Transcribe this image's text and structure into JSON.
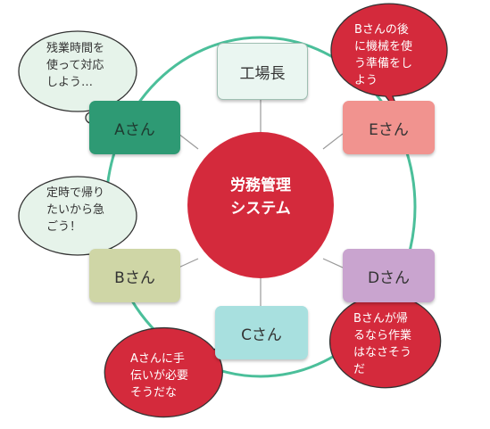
{
  "center": {
    "label": "労務管理\nシステム",
    "color": "#d42a3c"
  },
  "ring_color": "#4bbf9a",
  "nodes": {
    "top": {
      "label": "工場長",
      "color": "#eaf6f1"
    },
    "left_top": {
      "label": "Aさん",
      "color": "#2e9a74"
    },
    "right_top": {
      "label": "Eさん",
      "color": "#f1938f"
    },
    "left_bottom": {
      "label": "Bさん",
      "color": "#cfd6a6"
    },
    "right_bottom": {
      "label": "Dさん",
      "color": "#c9a4cf"
    },
    "bottom": {
      "label": "Cさん",
      "color": "#a8e0df"
    }
  },
  "bubbles": {
    "a_thought": {
      "text": "残業時間を\n使って対応\nしよう…",
      "color": "#e6f3ea"
    },
    "b_thought": {
      "text": "定時で帰り\nたいから急\nごう！",
      "color": "#e6f3ea"
    },
    "e_speech": {
      "text": "Bさんの後\nに機械を使\nう準備をし\nよう",
      "color": "#d42a3c"
    },
    "d_speech": {
      "text": "Bさんが帰\nるなら作業\nはなさそう\nだ",
      "color": "#d42a3c"
    },
    "c_speech": {
      "text": "Aさんに手\n伝いが必要\nそうだな",
      "color": "#d42a3c"
    }
  }
}
